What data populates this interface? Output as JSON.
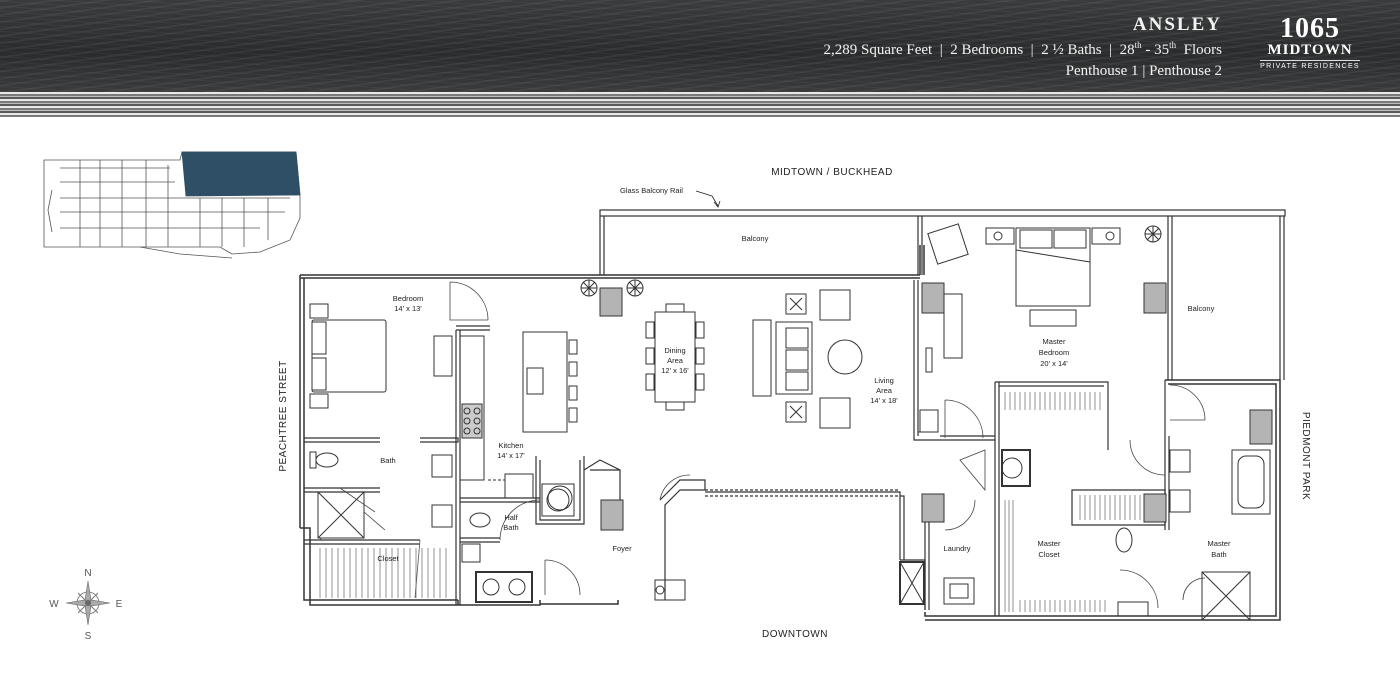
{
  "header": {
    "title": "ANSLEY",
    "line1": {
      "sqft": "2,289 Square Feet",
      "beds": "2 Bedrooms",
      "baths": "2 ½ Baths",
      "floor_start": "28",
      "floor_start_sup": "th",
      "floor_mid": " - 35",
      "floor_end_sup": "th",
      "floor_word": "Floors"
    },
    "line2": {
      "ph1": "Penthouse 1",
      "ph2": "Penthouse 2"
    }
  },
  "logo": {
    "number": "1065",
    "word": "MIDTOWN",
    "sub": "PRIVATE RESIDENCES"
  },
  "compass": {
    "n": "N",
    "s": "S",
    "e": "E",
    "w": "W"
  },
  "orientation": {
    "top": "MIDTOWN / BUCKHEAD",
    "bottom": "DOWNTOWN",
    "left": "PEACHTREE STREET",
    "right": "PIEDMONT PARK"
  },
  "callout": "Glass Balcony Rail",
  "rooms": {
    "balcony_top": "Balcony",
    "balcony_right": "Balcony",
    "bedroom": {
      "name": "Bedroom",
      "dims": "14' x 13'"
    },
    "dining": {
      "name1": "Dining",
      "name2": "Area",
      "dims": "12' x 16'"
    },
    "living": {
      "name1": "Living",
      "name2": "Area",
      "dims": "14' x 18'"
    },
    "kitchen": {
      "name": "Kitchen",
      "dims": "14' x 17'"
    },
    "master_bedroom": {
      "name1": "Master",
      "name2": "Bedroom",
      "dims": "20' x 14'"
    },
    "bath": "Bath",
    "half_bath": {
      "name1": "Half",
      "name2": "Bath"
    },
    "closet": "Closet",
    "foyer": "Foyer",
    "laundry": "Laundry",
    "master_closet": {
      "name1": "Master",
      "name2": "Closet"
    },
    "master_bath": {
      "name1": "Master",
      "name2": "Bath"
    }
  },
  "colors": {
    "highlight": "#2f4f66",
    "wall": "#333333",
    "fixture_fill": "#b4b4b4"
  }
}
